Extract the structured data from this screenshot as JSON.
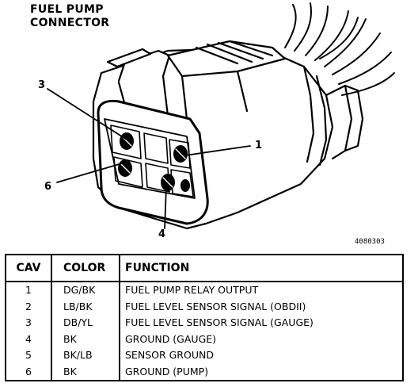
{
  "title": {
    "line1": "FUEL PUMP",
    "line2": "CONNECTOR"
  },
  "callouts": {
    "c1": "1",
    "c3": "3",
    "c4": "4",
    "c6": "6"
  },
  "figure_id": "4080303",
  "table": {
    "headers": {
      "cav": "CAV",
      "color": "COLOR",
      "function": "FUNCTION"
    },
    "rows": [
      {
        "cav": "1",
        "color": "DG/BK",
        "function": "FUEL PUMP RELAY OUTPUT"
      },
      {
        "cav": "2",
        "color": "LB/BK",
        "function": "FUEL LEVEL SENSOR SIGNAL (OBDII)"
      },
      {
        "cav": "3",
        "color": "DB/YL",
        "function": "FUEL LEVEL SENSOR SIGNAL (GAUGE)"
      },
      {
        "cav": "4",
        "color": "BK",
        "function": "GROUND (GAUGE)"
      },
      {
        "cav": "5",
        "color": "BK/LB",
        "function": "SENSOR GROUND"
      },
      {
        "cav": "6",
        "color": "BK",
        "function": "GROUND (PUMP)"
      }
    ]
  }
}
